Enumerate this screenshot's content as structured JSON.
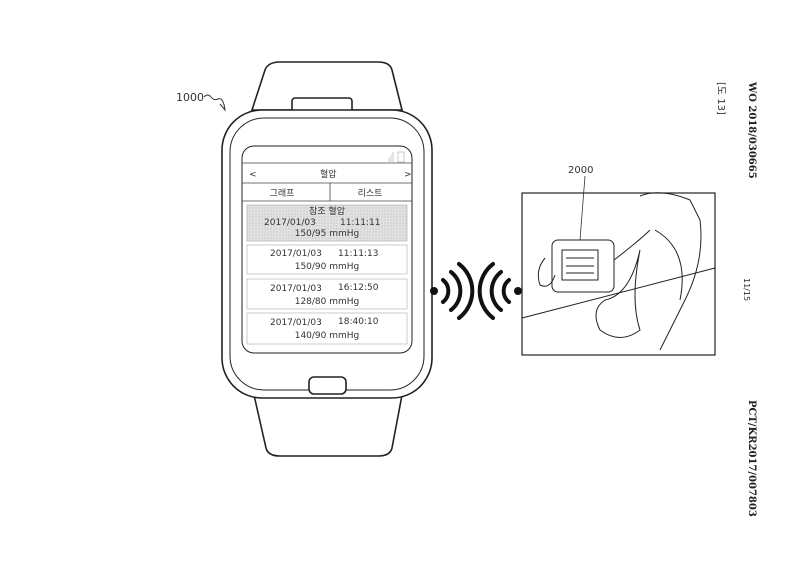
{
  "header": {
    "publication_number": "WO 2018/030665",
    "figure_label": "[도 13]",
    "sheet": "11/15",
    "application_number": "PCT/KR2017/007803"
  },
  "labels": {
    "watch_ref": "1000",
    "monitor_ref": "2000"
  },
  "watch_screen": {
    "title": "혈압",
    "prev": "<",
    "next": ">",
    "tabs": [
      {
        "label": "그래프"
      },
      {
        "label": "리스트"
      }
    ],
    "reference": {
      "heading": "참조 혈압",
      "date": "2017/01/03",
      "time": "11:11:11",
      "value": "150/95 mmHg"
    },
    "records": [
      {
        "date": "2017/01/03",
        "time": "11:11:13",
        "value": "150/90 mmHg"
      },
      {
        "date": "2017/01/03",
        "time": "16:12:50",
        "value": "128/80 mmHg"
      },
      {
        "date": "2017/01/03",
        "time": "18:40:10",
        "value": "140/90 mmHg"
      }
    ]
  }
}
